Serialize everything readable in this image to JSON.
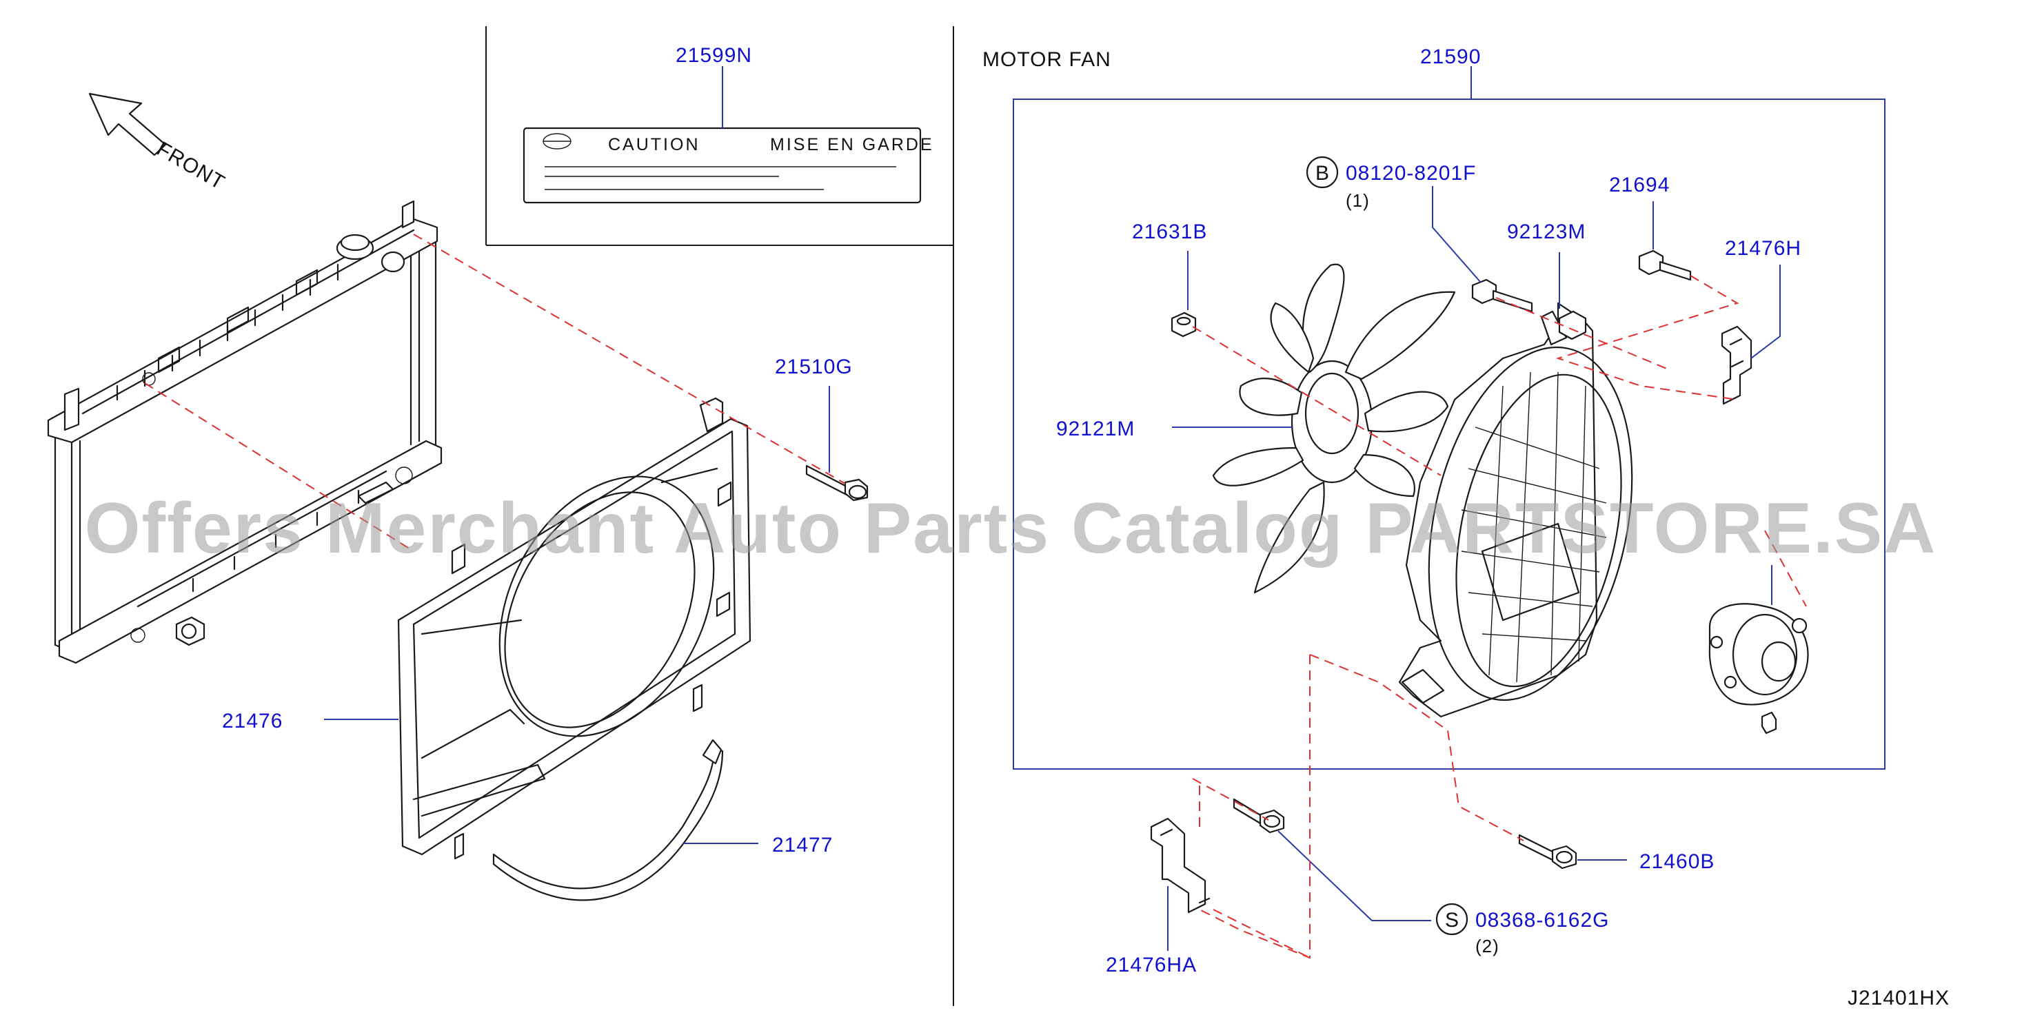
{
  "diagram": {
    "section_title": "MOTOR  FAN",
    "front_label": "FRONT",
    "diagram_code": "J21401HX",
    "watermark": "Offers Merchant Auto Parts Catalog PARTSTORE.SA",
    "caution_label": {
      "left_text": "CAUTION",
      "right_text": "MISE  EN  GARDE"
    },
    "callouts": {
      "p21599N": "21599N",
      "p21590": "21590",
      "p21510G": "21510G",
      "p21631B": "21631B",
      "p08120": "08120-8201F",
      "p08120_qty": "(1)",
      "p08120_marker": "B",
      "p92123M": "92123M",
      "p21694": "21694",
      "p21476H": "21476H",
      "p92121M": "92121M",
      "p21476": "21476",
      "p21477": "21477",
      "p21460B": "21460B",
      "p08368": "08368-6162G",
      "p08368_qty": "(2)",
      "p08368_marker": "S",
      "p21476HA": "21476HA"
    }
  }
}
